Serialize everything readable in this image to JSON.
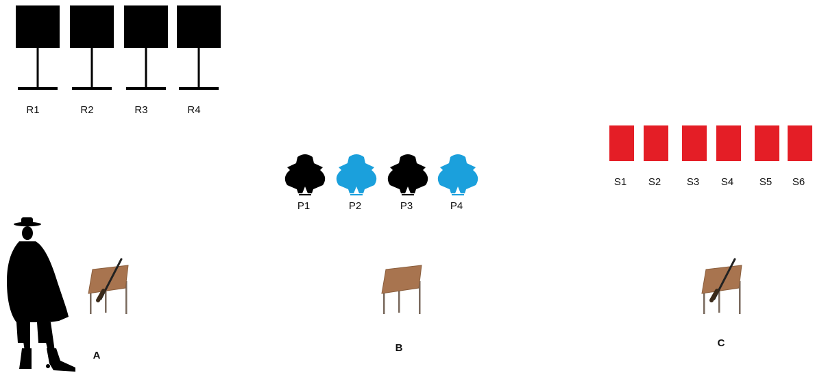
{
  "colors": {
    "rifle_target": "#000000",
    "shotgun_target": "#e41e26",
    "pistol_target_dark": "#000000",
    "pistol_target_light": "#1ba0dc",
    "table_top": "#a8744f",
    "table_legs": "#7a6a5e"
  },
  "rifle_targets": [
    {
      "label": "R1"
    },
    {
      "label": "R2"
    },
    {
      "label": "R3"
    },
    {
      "label": "R4"
    }
  ],
  "pistol_targets": [
    {
      "label": "P1",
      "tone": "dark"
    },
    {
      "label": "P2",
      "tone": "light"
    },
    {
      "label": "P3",
      "tone": "dark"
    },
    {
      "label": "P4",
      "tone": "light"
    }
  ],
  "shotgun_targets": [
    {
      "label": "S1"
    },
    {
      "label": "S2"
    },
    {
      "label": "S3"
    },
    {
      "label": "S4"
    },
    {
      "label": "S5"
    },
    {
      "label": "S6"
    }
  ],
  "stations": [
    {
      "label": "A",
      "has_gun": true,
      "icon": "table-with-rifle-icon"
    },
    {
      "label": "B",
      "has_gun": false,
      "icon": "table-icon"
    },
    {
      "label": "C",
      "has_gun": true,
      "icon": "table-with-shotgun-icon"
    }
  ],
  "shooter": {
    "icon": "cowboy-silhouette-icon"
  }
}
